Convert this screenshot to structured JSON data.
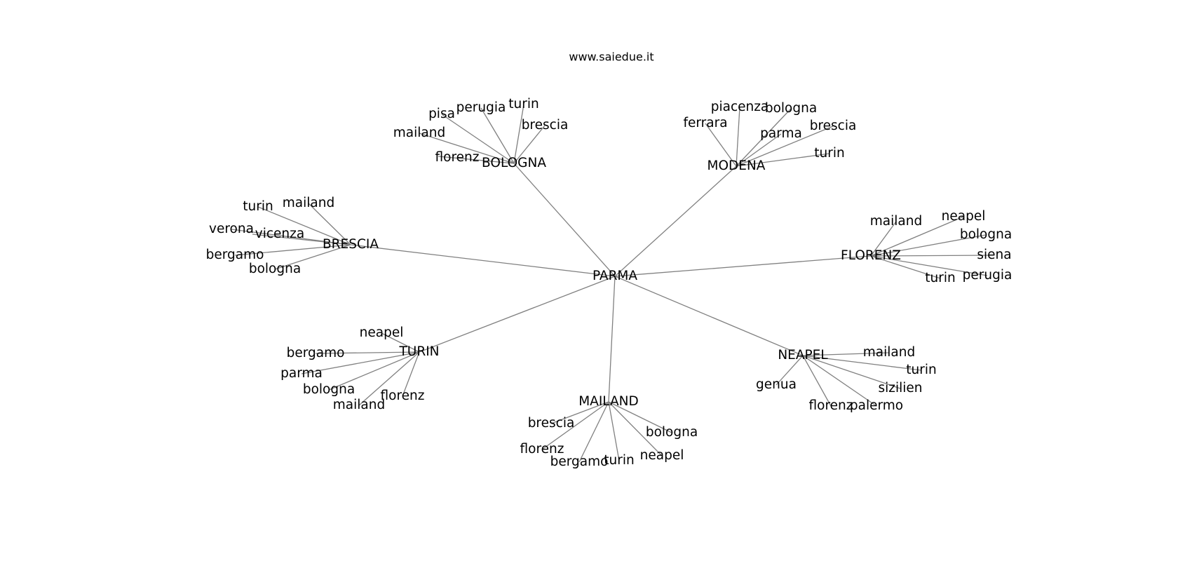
{
  "title": "www.saiedue.it",
  "colors": {
    "edge": "#808080",
    "label": "#000000",
    "background": "#ffffff"
  },
  "graph": {
    "root": "PARMA",
    "hubs": [
      {
        "id": "bologna",
        "label": "BOLOGNA",
        "leaves": [
          "florenz",
          "mailand",
          "pisa",
          "perugia",
          "turin",
          "brescia"
        ]
      },
      {
        "id": "modena",
        "label": "MODENA",
        "leaves": [
          "ferrara",
          "piacenza",
          "bologna",
          "parma",
          "brescia",
          "turin"
        ]
      },
      {
        "id": "brescia",
        "label": "BRESCIA",
        "leaves": [
          "turin",
          "mailand",
          "verona",
          "vicenza",
          "bergamo",
          "bologna"
        ]
      },
      {
        "id": "florenz",
        "label": "FLORENZ",
        "leaves": [
          "mailand",
          "neapel",
          "bologna",
          "siena",
          "perugia",
          "turin"
        ]
      },
      {
        "id": "turin",
        "label": "TURIN",
        "leaves": [
          "neapel",
          "bergamo",
          "parma",
          "bologna",
          "mailand",
          "florenz"
        ]
      },
      {
        "id": "neapel",
        "label": "NEAPEL",
        "leaves": [
          "mailand",
          "turin",
          "sizilien",
          "palermo",
          "florenz",
          "genua"
        ]
      },
      {
        "id": "mailand",
        "label": "MAILAND",
        "leaves": [
          "brescia",
          "florenz",
          "bergamo",
          "turin",
          "neapel",
          "bologna"
        ]
      }
    ]
  }
}
